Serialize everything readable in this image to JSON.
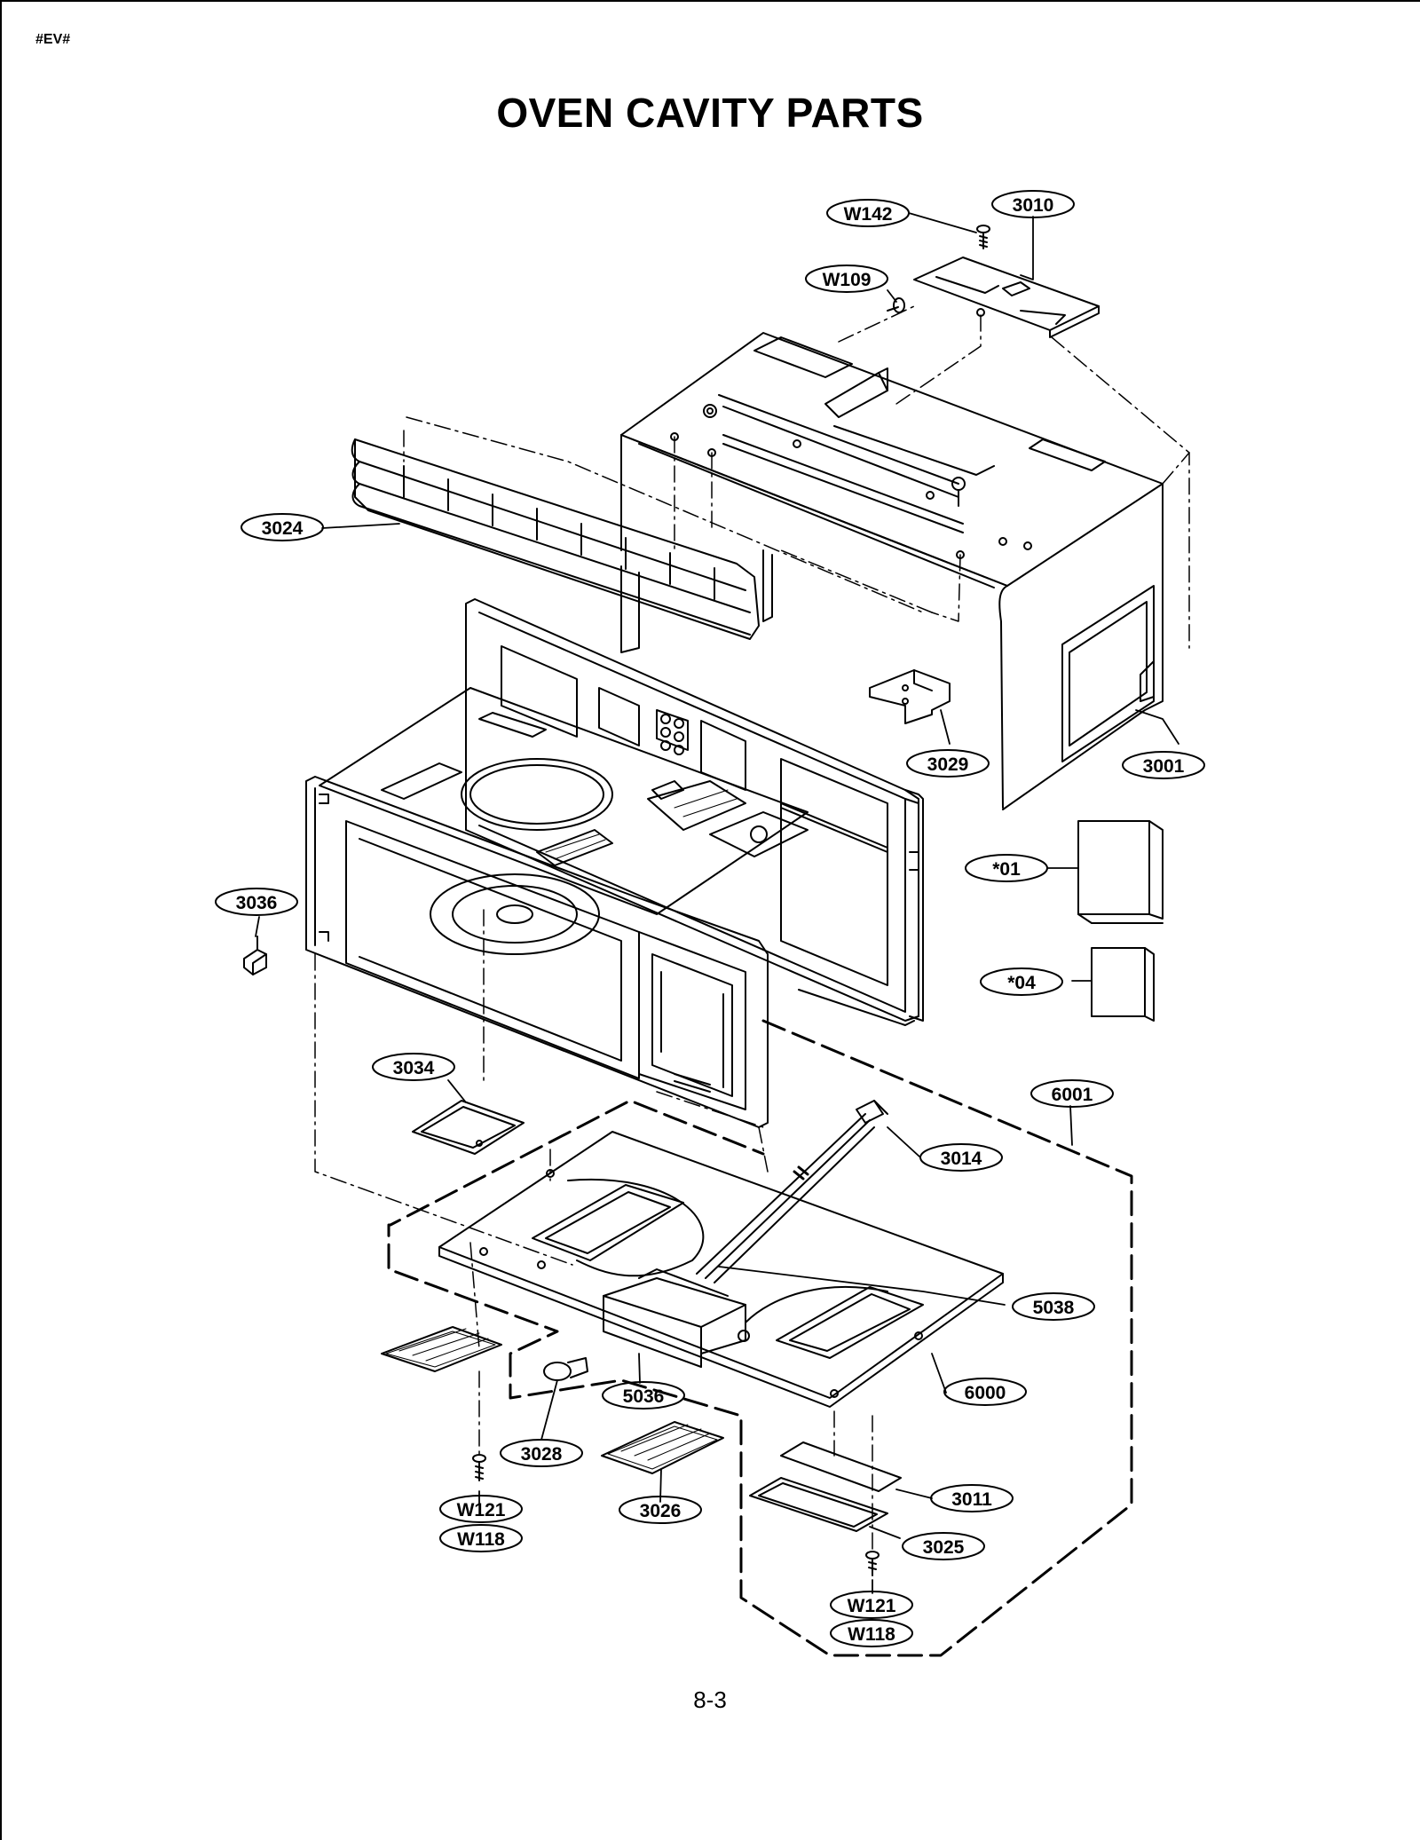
{
  "document": {
    "code": "#EV#",
    "title": "OVEN CAVITY PARTS",
    "page_number": "8-3"
  },
  "callouts": [
    {
      "id": "W142",
      "text": "W142"
    },
    {
      "id": "3010",
      "text": "3010"
    },
    {
      "id": "W109",
      "text": "W109"
    },
    {
      "id": "3024",
      "text": "3024"
    },
    {
      "id": "3029",
      "text": "3029"
    },
    {
      "id": "3001",
      "text": "3001"
    },
    {
      "id": "01",
      "text": "*01"
    },
    {
      "id": "3036",
      "text": "3036"
    },
    {
      "id": "04",
      "text": "*04"
    },
    {
      "id": "3034",
      "text": "3034"
    },
    {
      "id": "6001",
      "text": "6001"
    },
    {
      "id": "3014",
      "text": "3014"
    },
    {
      "id": "5038",
      "text": "5038"
    },
    {
      "id": "6000",
      "text": "6000"
    },
    {
      "id": "5036",
      "text": "5036"
    },
    {
      "id": "3028",
      "text": "3028"
    },
    {
      "id": "3026",
      "text": "3026"
    },
    {
      "id": "3011",
      "text": "3011"
    },
    {
      "id": "W121a",
      "text": "W121"
    },
    {
      "id": "W118a",
      "text": "W118"
    },
    {
      "id": "3025",
      "text": "3025"
    },
    {
      "id": "W121b",
      "text": "W121"
    },
    {
      "id": "W118b",
      "text": "W118"
    }
  ]
}
